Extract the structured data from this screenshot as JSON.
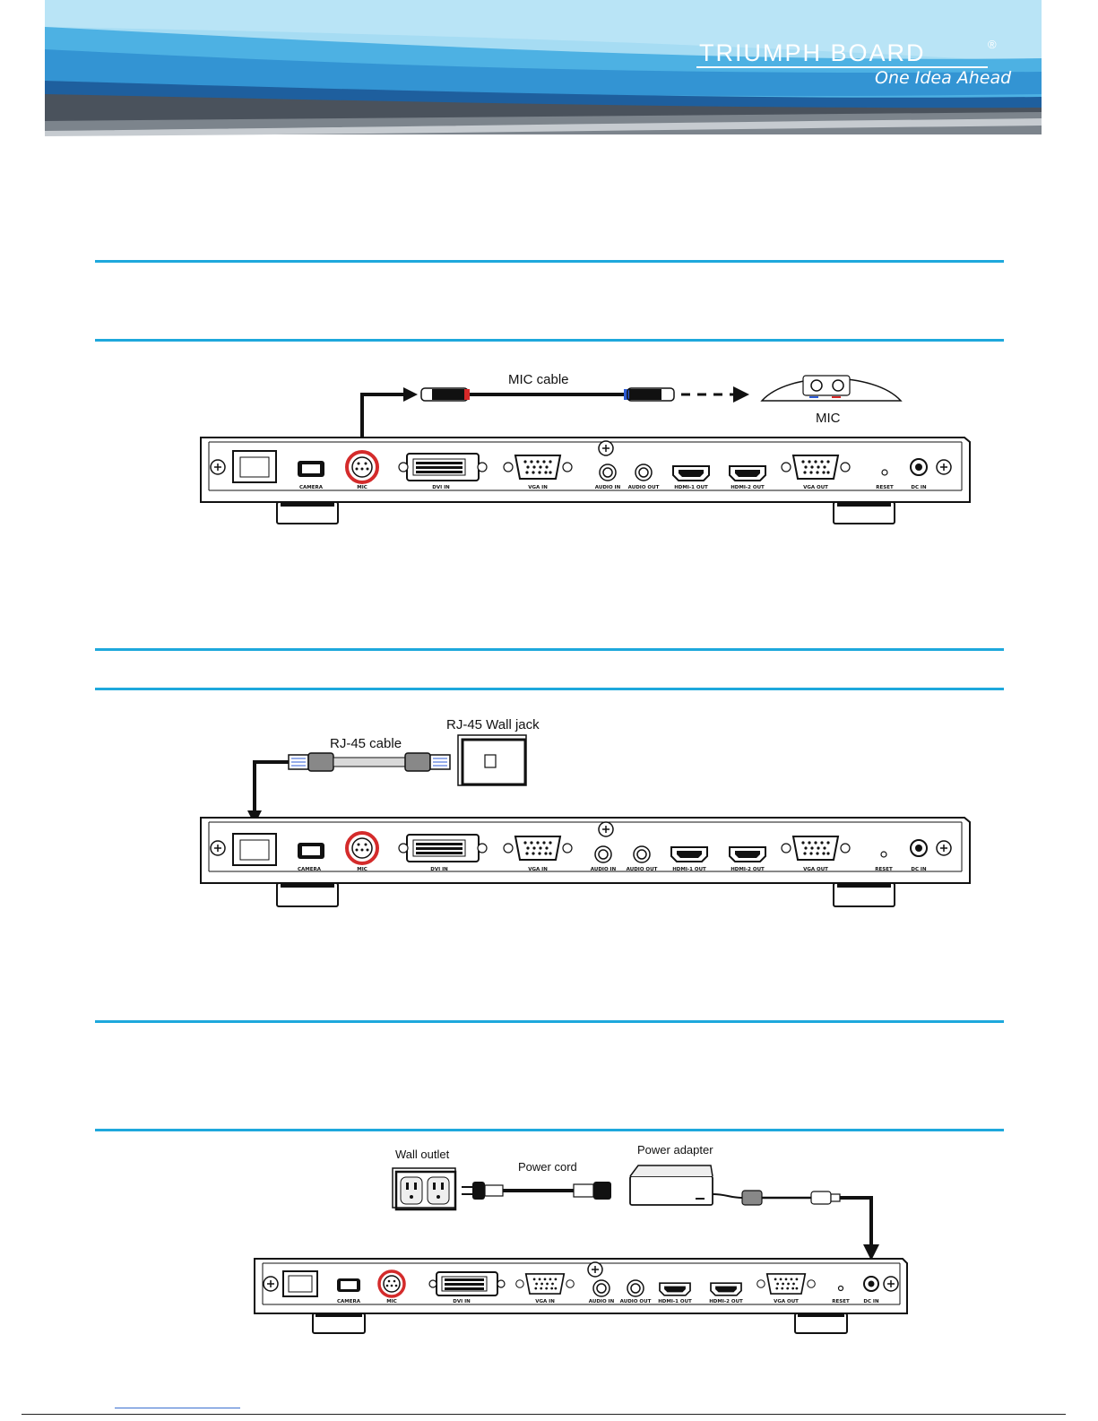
{
  "brand": {
    "name": "TRIUMPH BOARD",
    "registered": "®",
    "tagline": "One Idea Ahead"
  },
  "colors": {
    "accent_rule": "#1ea8dc",
    "banner_light": "#9fd8f2",
    "banner_mid": "#4fb0e2",
    "banner_dark": "#1f6fb0",
    "banner_gray": "#4c5560",
    "highlight_ring": "#d42b2b"
  },
  "ports": {
    "camera": "CAMERA",
    "mic": "MIC",
    "dvi_in": "DVI IN",
    "vga_in": "VGA IN",
    "audio_in": "AUDIO IN",
    "audio_out": "AUDIO OUT",
    "hdmi1_out": "HDMI-1 OUT",
    "hdmi2_out": "HDMI-2 OUT",
    "vga_out": "VGA OUT",
    "reset": "RESET",
    "dc_in": "DC IN"
  },
  "figures": {
    "mic": {
      "cable_label": "MIC cable",
      "device_label": "MIC",
      "icons": [
        "mic-cable",
        "mic-pod",
        "arrow-icon"
      ]
    },
    "network": {
      "cable_label": "RJ-45 cable",
      "jack_label": "RJ-45 Wall jack",
      "icons": [
        "rj45-cable",
        "wall-jack",
        "arrow-icon"
      ]
    },
    "power": {
      "outlet_label": "Wall outlet",
      "cord_label": "Power cord",
      "adapter_label": "Power adapter",
      "icons": [
        "wall-outlet",
        "power-cord",
        "power-adapter",
        "arrow-icon"
      ]
    }
  }
}
